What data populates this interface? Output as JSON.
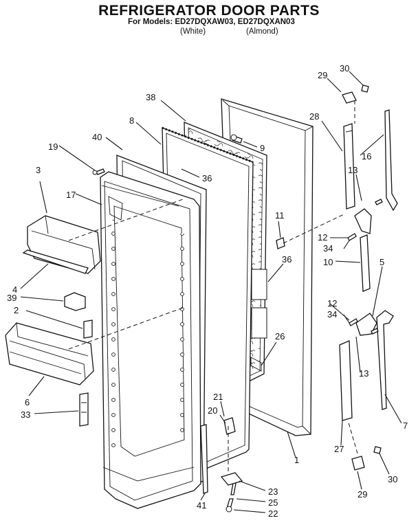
{
  "header": {
    "title": "REFRIGERATOR DOOR PARTS",
    "models_line": "For Models: ED27DQXAW03, ED27DQXAN03",
    "color_1": "(White)",
    "color_2": "(Almond)"
  },
  "callouts": {
    "n3": "3",
    "n4": "4",
    "n39": "39",
    "n2": "2",
    "n6": "6",
    "n33": "33",
    "n19": "19",
    "n17": "17",
    "n40": "40",
    "n8": "8",
    "n38": "38",
    "n36a": "36",
    "n9": "9",
    "n11": "11",
    "n36b": "36",
    "n26": "26",
    "n21": "21",
    "n20": "20",
    "n1": "1",
    "n41": "41",
    "n23": "23",
    "n25": "25",
    "n22": "22",
    "n29a": "29",
    "n30a": "30",
    "n28": "28",
    "n16": "16",
    "n13a": "13",
    "n12a": "12",
    "n34a": "34",
    "n10": "10",
    "n5": "5",
    "n12b": "12",
    "n34b": "34",
    "n13b": "13",
    "n27": "27",
    "n7": "7",
    "n30b": "30",
    "n29b": "29"
  }
}
